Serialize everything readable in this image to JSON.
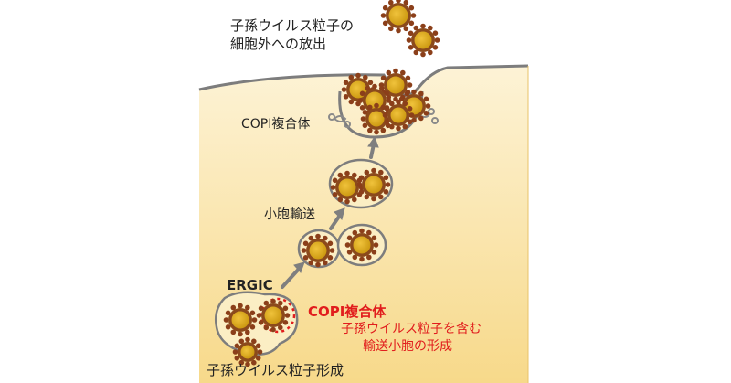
{
  "labels": {
    "release_line1": "子孫ウイルス粒子の",
    "release_line2": "細胞外への放出",
    "copi_complex": "COPI複合体",
    "vesicle_transport": "小胞輸送",
    "ergic": "ERGIC",
    "copi_complex_red": "COPI複合体",
    "copi_desc_line1": "子孫ウイルス粒子を含む",
    "copi_desc_line2": "輸送小胞の形成",
    "particle_formation": "子孫ウイルス粒子形成"
  },
  "colors": {
    "cell_fill_top": "#fdf3d6",
    "cell_fill_bottom": "#f7d98a",
    "membrane": "#7d7d7d",
    "virus_core": "#d4a017",
    "virus_ring": "#8b4a1c",
    "virus_spike": "#8b3f1a",
    "arrow": "#7f7f7f",
    "copi_red": "#e11d1d"
  }
}
